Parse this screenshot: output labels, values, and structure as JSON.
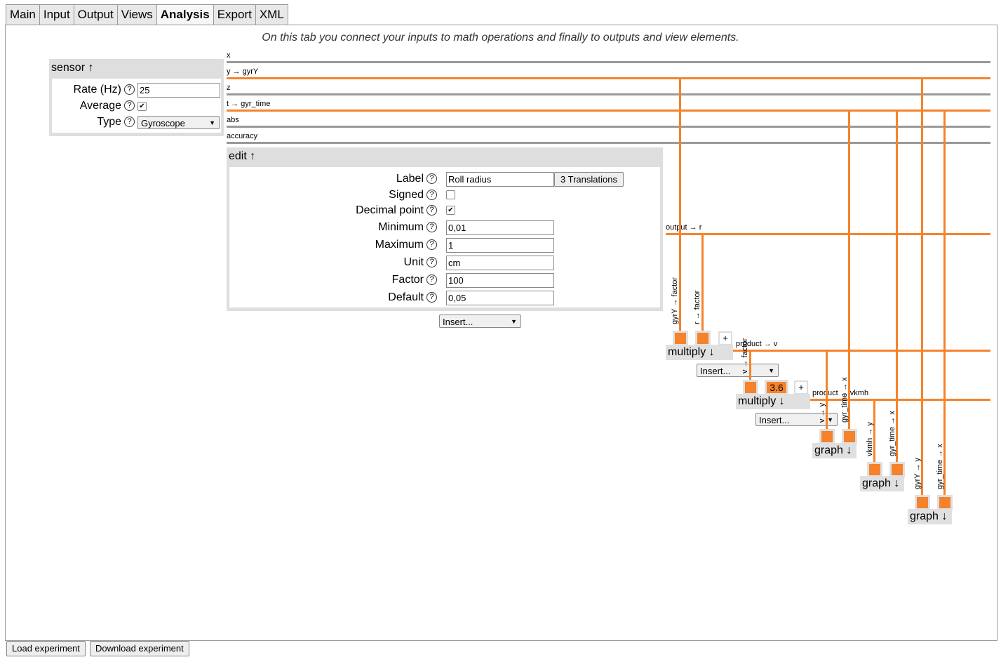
{
  "tabs": [
    "Main",
    "Input",
    "Output",
    "Views",
    "Analysis",
    "Export",
    "XML"
  ],
  "active_tab": "Analysis",
  "intro": "On this tab you connect your inputs to math operations and finally to outputs and view elements.",
  "colors": {
    "wire_active": "#f5832b",
    "wire_inactive": "#999999",
    "module_bg": "#dedede"
  },
  "sensor": {
    "title": "sensor ↑",
    "rate_label": "Rate (Hz)",
    "rate_value": "25",
    "average_label": "Average",
    "average_checked": true,
    "type_label": "Type",
    "type_value": "Gyroscope"
  },
  "outputs": {
    "x": "x",
    "y": "y → gyrY",
    "z": "z",
    "t": "t → gyr_time",
    "abs": "abs",
    "accuracy": "accuracy"
  },
  "edit": {
    "title": "edit ↑",
    "label_label": "Label",
    "label_value": "Roll radius",
    "translations_button": "3 Translations",
    "signed_label": "Signed",
    "signed_checked": false,
    "decimal_label": "Decimal point",
    "decimal_checked": true,
    "minimum_label": "Minimum",
    "minimum_value": "0,01",
    "maximum_label": "Maximum",
    "maximum_value": "1",
    "unit_label": "Unit",
    "unit_value": "cm",
    "factor_label": "Factor",
    "factor_value": "100",
    "default_label": "Default",
    "default_value": "0,05",
    "output_label": "output → r"
  },
  "insert_label": "Insert...",
  "help_glyph": "?",
  "check_glyph": "✔",
  "plus_glyph": "+",
  "multiply1": {
    "title": "multiply ↓",
    "in1": "gyrY → factor",
    "in2": "r → factor",
    "out": "product → v"
  },
  "multiply2": {
    "title": "multiply ↓",
    "in1": "v → factor",
    "const": "3.6",
    "out": "product → vkmh"
  },
  "graph1": {
    "title": "graph ↓",
    "in_y": "v → y",
    "in_x": "gyr_time → x"
  },
  "graph2": {
    "title": "graph ↓",
    "in_y": "vkmh → y",
    "in_x": "gyr_time → x"
  },
  "graph3": {
    "title": "graph ↓",
    "in_y": "gyrY → y",
    "in_x": "gyr_time → x"
  },
  "bottom": {
    "load": "Load experiment",
    "download": "Download experiment"
  }
}
